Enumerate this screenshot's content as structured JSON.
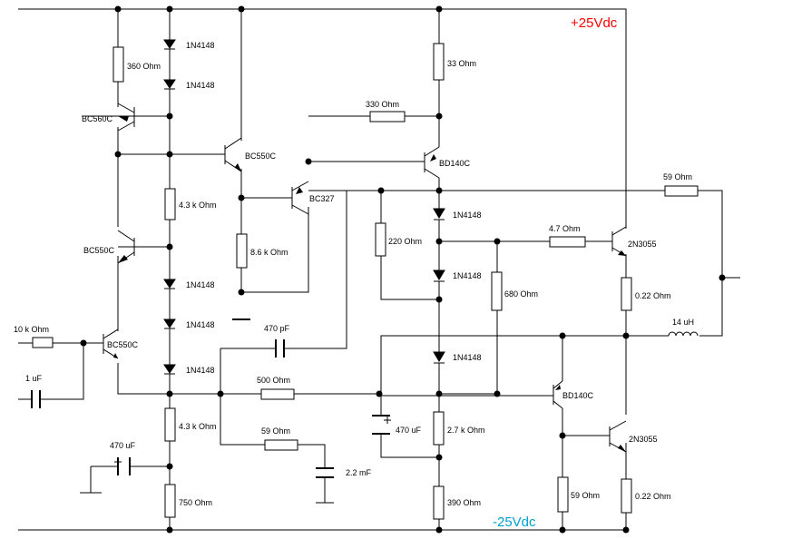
{
  "rails": {
    "positive": {
      "label": "+25Vdc",
      "color": "#ff0000"
    },
    "negative": {
      "label": "-25Vdc",
      "color": "#00a0d0"
    }
  },
  "components": {
    "r_360": "360  Ohm",
    "d1": "1N4148",
    "d2": "1N4148",
    "q_bc560c": "BC560C",
    "q_bc550c_top": "BC550C",
    "r_43k_top": "4.3 k Ohm",
    "q_bc550c_mid": "BC550C",
    "d3": "1N4148",
    "d4": "1N4148",
    "d5": "1N4148",
    "r_10k": "10 k Ohm",
    "q_bc550c_in": "BC550C",
    "c_1uf": "1 uF",
    "r_86k": "8.6 k Ohm",
    "q_bc327": "BC327",
    "r_330": "330  Ohm",
    "r_33": "33  Ohm",
    "q_bd140c_top": "BD140C",
    "d6": "1N4148",
    "r_220": "220  Ohm",
    "d7": "1N4148",
    "r_47": "4.7  Ohm",
    "q_2n3055_top": "2N3055",
    "r_59_top": "59  Ohm",
    "r_680": "680  Ohm",
    "r_022_top": "0.22  Ohm",
    "l_14uh": "14 uH",
    "c_470pf": "470 pF",
    "d8": "1N4148",
    "r_500": "500  Ohm",
    "q_bd140c_bot": "BD140C",
    "c_470uf_right": "470 uF",
    "r_27k": "2.7 k Ohm",
    "r_43k_bot": "4.3 k Ohm",
    "r_59_mid": "59  Ohm",
    "c_22mf": "2.2 mF",
    "q_2n3055_bot": "2N3055",
    "c_470uf_left": "470 uF",
    "r_750": "750  Ohm",
    "r_390": "390  Ohm",
    "r_59_bot": "59  Ohm",
    "r_022_bot": "0.22  Ohm"
  }
}
